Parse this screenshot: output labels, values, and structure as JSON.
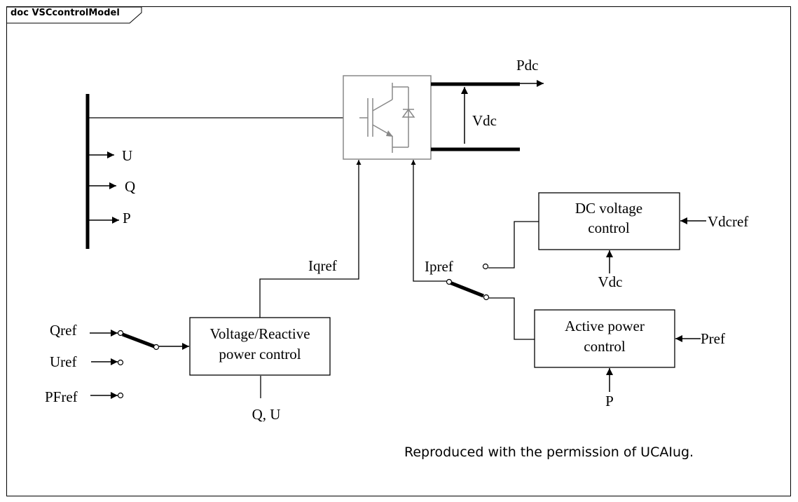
{
  "frame": {
    "title": "doc VSCcontrolModel"
  },
  "diagram": {
    "bus_outputs": {
      "u": "U",
      "q": "Q",
      "p": "P"
    },
    "converter": {
      "pdc": "Pdc",
      "vdc": "Vdc"
    },
    "dc_voltage_control": {
      "line1": "DC voltage",
      "line2": "control",
      "ref": "Vdcref",
      "feedback": "Vdc"
    },
    "active_power_control": {
      "line1": "Active power",
      "line2": "control",
      "ref": "Pref",
      "feedback": "P"
    },
    "voltage_reactive_control": {
      "line1": "Voltage/Reactive",
      "line2": "power control",
      "feedback": "Q, U"
    },
    "signals": {
      "iqref": "Iqref",
      "ipref": "Ipref"
    },
    "reactive_inputs": {
      "qref": "Qref",
      "uref": "Uref",
      "pfref": "PFref"
    },
    "note": "Reproduced with the permission of UCAIug."
  }
}
